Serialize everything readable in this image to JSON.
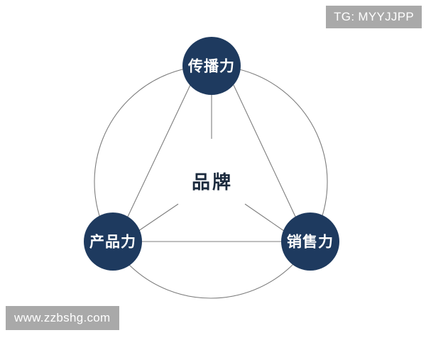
{
  "diagram": {
    "type": "triad-circle-diagram",
    "center_label": "品牌",
    "colors": {
      "node_fill": "#1e3a5f",
      "node_text": "#ffffff",
      "outline_stroke": "#7d7d7d",
      "connector_stroke": "#7d7d7d",
      "center_text": "#1b2a3d",
      "background": "#ffffff",
      "watermark_bg": "#a9a9a9",
      "watermark_text": "#ffffff"
    },
    "nodes": [
      {
        "id": "communication",
        "label": "传播力",
        "position": "top"
      },
      {
        "id": "product",
        "label": "产品力",
        "position": "bottom-left"
      },
      {
        "id": "sales",
        "label": "销售力",
        "position": "bottom-right"
      }
    ],
    "connections": [
      {
        "from": "communication",
        "to": "product"
      },
      {
        "from": "product",
        "to": "sales"
      },
      {
        "from": "sales",
        "to": "communication"
      }
    ],
    "radial_spokes": [
      {
        "from": "communication",
        "to": "center"
      },
      {
        "from": "product",
        "to": "center"
      },
      {
        "from": "sales",
        "to": "center"
      }
    ]
  },
  "watermarks": {
    "top_right": "TG: MYYJJPP",
    "bottom_left": "www.zzbshg.com"
  }
}
